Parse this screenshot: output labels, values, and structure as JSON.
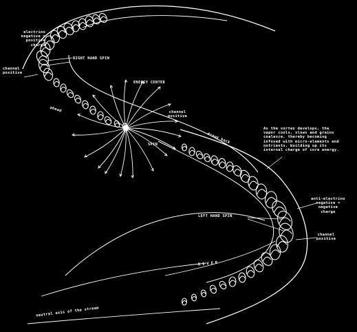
{
  "colors": {
    "background": "#000000",
    "ink": "#ffffff"
  },
  "labels": {
    "electrino_neg": "electrino\nnegative =\npositive\ncharge",
    "channel_positive_top": "channel\npositive",
    "right_hand_spin": "RIGHT HAND SPIN",
    "energy_center": "ENERGY CENTER",
    "channel_positive_mid": "channel\npositive",
    "ahead_label": "ahead",
    "spin": "SPIN",
    "drawn_back": "drawn back",
    "vortex_note": "As the vortex develops, the vapor cools, slows and grains coalesce, thereby becoming infused with micro-elements and nutrients, building up its internal charge of core energy.",
    "anti_electrino": "anti-electrino\nnegative =\nnegative\ncharge",
    "left_hand_spin": "LEFT HAND SPIN",
    "channel_positive_low": "channel\npositive",
    "river": "RIVER",
    "bottom_caption": "neutral axis of the stream"
  }
}
